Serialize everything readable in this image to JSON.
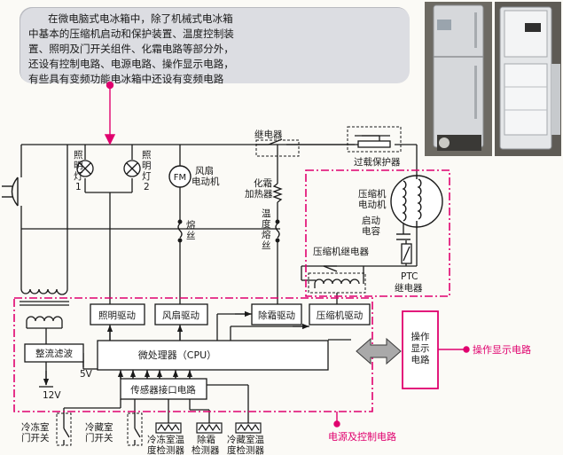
{
  "note": {
    "lines": [
      "在微电脑式电冰箱中，除了机械式电冰箱",
      "中基本的压缩机启动和保护装置、温度控制装",
      "置、照明及门开关组件、化霜电路等部分外，",
      "还设有控制电路、电源电路、操作显示电路，",
      "有些具有变频功能电冰箱中还设有变频电路"
    ]
  },
  "top": {
    "light1": [
      "照",
      "明",
      "灯",
      "1"
    ],
    "light2": [
      "照",
      "明",
      "灯",
      "2"
    ],
    "fm": "FM",
    "fan_motor": [
      "风扇",
      "电动机"
    ],
    "relay": "继电器",
    "overload": "过载保护器",
    "defrost_heater": [
      "化霜",
      "加热器"
    ],
    "fuse": [
      "熔",
      "丝"
    ],
    "temp_fuse": [
      "温",
      "度",
      "熔",
      "丝"
    ],
    "comp_motor": [
      "压缩机",
      "电动机"
    ],
    "start_cap": [
      "启动",
      "电容"
    ],
    "comp_relay": "压缩机继电器",
    "ptc": [
      "PTC",
      "继电器"
    ]
  },
  "control": {
    "light_drive": "照明驱动",
    "fan_drive": "风扇驱动",
    "defrost_drive": "除霜驱动",
    "comp_drive": "压缩机驱动",
    "rectifier": "整流滤波",
    "cpu": "微处理器（CPU）",
    "sensor": "传感器接口电路",
    "v5": "5V",
    "v12": "12V",
    "display": [
      "操作",
      "显示",
      "电路"
    ]
  },
  "bottom": {
    "freezer_door": [
      "冷冻室",
      "门开关"
    ],
    "fridge_door": [
      "冷藏室",
      "门开关"
    ],
    "freezer_temp": [
      "冷冻室温",
      "度检测器"
    ],
    "defrost_det": [
      "除霜",
      "检测器"
    ],
    "fridge_temp": [
      "冷藏室温",
      "度检测器"
    ]
  },
  "callouts": {
    "display_circuit": "操作显示电路",
    "power_control": "电源及控制电路"
  },
  "colors": {
    "accent": "#e0006e",
    "line": "#1a1a1a",
    "note_bg": "#dcdde2",
    "arrow_fill": "#a9a9a9"
  }
}
